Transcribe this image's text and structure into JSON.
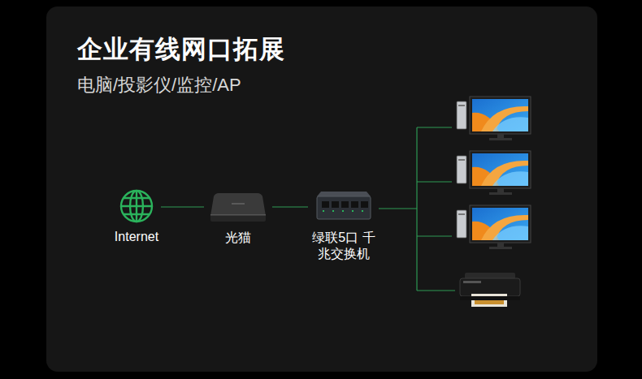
{
  "diagram": {
    "title": "企业有线网口拓展",
    "nodes": [
      {
        "text": [
          "Internet"
        ]
      },
      {
        "text": [
          "光猫"
        ]
      },
      {
        "text": [
          "绿联5口 千兆交换机"
        ]
      }
    ],
    "edges": [
      {
        "from": 0,
        "to": 1,
        "arrow": "none"
      },
      {
        "from": 1,
        "to": 2,
        "arrow": "none"
      }
    ],
    "labels": [
      "电脑/投影仪/监控/AP"
    ]
  }
}
